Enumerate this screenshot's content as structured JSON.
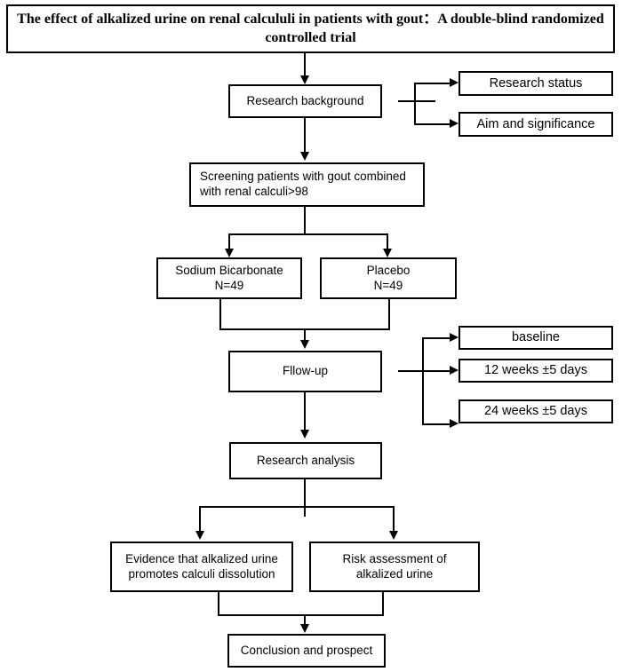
{
  "diagram": {
    "type": "flowchart",
    "title_box": {
      "text": "The effect of alkalized urine on renal calcululi in patients with gout：A double-blind randomized controlled trial"
    },
    "nodes": {
      "research_background": "Research background",
      "research_status": "Research status",
      "aim_and_significance": "Aim and significance",
      "screening_line1": "Screening patients with gout combined",
      "screening_line2": "with renal calculi>98",
      "sodium_bicarbonate_line1": "Sodium Bicarbonate",
      "sodium_bicarbonate_line2": "N=49",
      "placebo_line1": "Placebo",
      "placebo_line2": "N=49",
      "follow_up": "Fllow-up",
      "baseline": "baseline",
      "week12": "12 weeks ±5 days",
      "week24": "24 weeks ±5 days",
      "research_analysis": "Research analysis",
      "evidence_line1": "Evidence that alkalized urine",
      "evidence_line2": "promotes calculi dissolution",
      "risk_line1": "Risk assessment of",
      "risk_line2": "alkalized urine",
      "conclusion": "Conclusion and prospect"
    },
    "colors": {
      "stroke": "#000000",
      "fill": "#ffffff",
      "text": "#000000"
    }
  }
}
